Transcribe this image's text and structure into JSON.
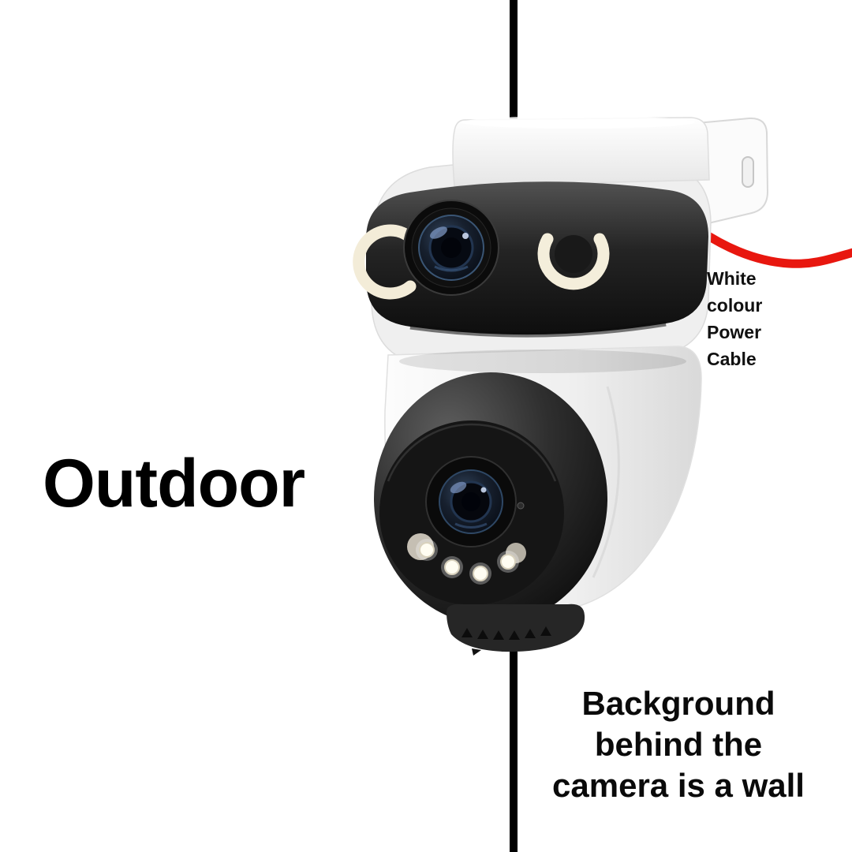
{
  "scene": {
    "background_color": "#ffffff",
    "divider_color": "#000000",
    "cable_color": "#e8170f",
    "camera_body_color": "#f2f2f2",
    "camera_band_color": "#222222"
  },
  "annotations": {
    "outdoor_label": "Outdoor",
    "cable_note_lines": [
      "White",
      "colour",
      "Power",
      "Cable"
    ],
    "wall_note_lines": [
      "Background",
      "behind the",
      "camera is a wall"
    ]
  }
}
